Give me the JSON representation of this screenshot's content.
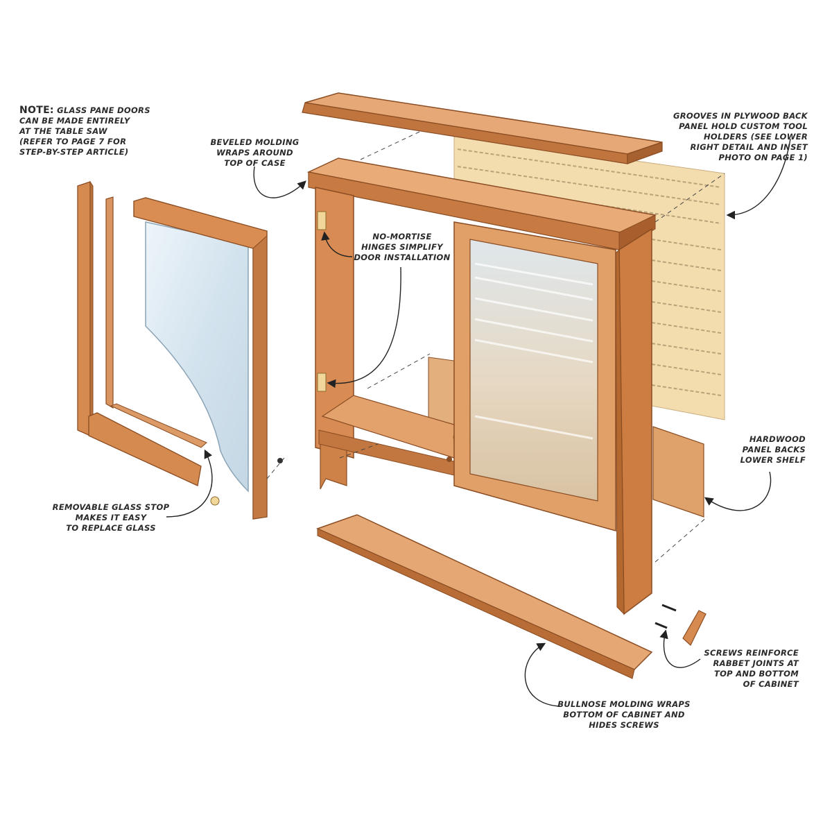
{
  "colors": {
    "wood": "#d9925a",
    "wood_light": "#eab383",
    "wood_dark": "#b8703c",
    "wood_edge": "#8a4c22",
    "plywood": "#f3dcae",
    "plywood_groove": "#b9a27a",
    "glass": "#d9e8f2",
    "line": "#333333"
  },
  "labels": {
    "note": {
      "head": "NOTE:",
      "line1": "GLASS PANE DOORS",
      "line2": "CAN BE MADE ENTIRELY",
      "line3": "AT THE TABLE SAW",
      "line4": "(REFER TO PAGE 7 FOR",
      "line5": "STEP-BY-STEP ARTICLE)"
    },
    "beveled": [
      "BEVELED MOLDING",
      "WRAPS AROUND",
      "TOP OF CASE"
    ],
    "grooves": [
      "GROOVES IN PLYWOOD BACK",
      "PANEL HOLD CUSTOM TOOL",
      "HOLDERS (SEE LOWER",
      "RIGHT DETAIL AND INSET",
      "PHOTO ON PAGE 1)"
    ],
    "hinges": [
      "NO-MORTISE",
      "HINGES SIMPLIFY",
      "DOOR INSTALLATION"
    ],
    "hardwood": [
      "HARDWOOD",
      "PANEL BACKS",
      "LOWER SHELF"
    ],
    "glass_stop": [
      "REMOVABLE GLASS STOP",
      "MAKES IT EASY",
      "TO REPLACE GLASS"
    ],
    "screws": [
      "SCREWS REINFORCE",
      "RABBET JOINTS AT",
      "TOP AND BOTTOM",
      "OF CABINET"
    ],
    "bullnose": [
      "BULLNOSE MOLDING WRAPS",
      "BOTTOM OF CABINET AND",
      "HIDES SCREWS"
    ]
  }
}
